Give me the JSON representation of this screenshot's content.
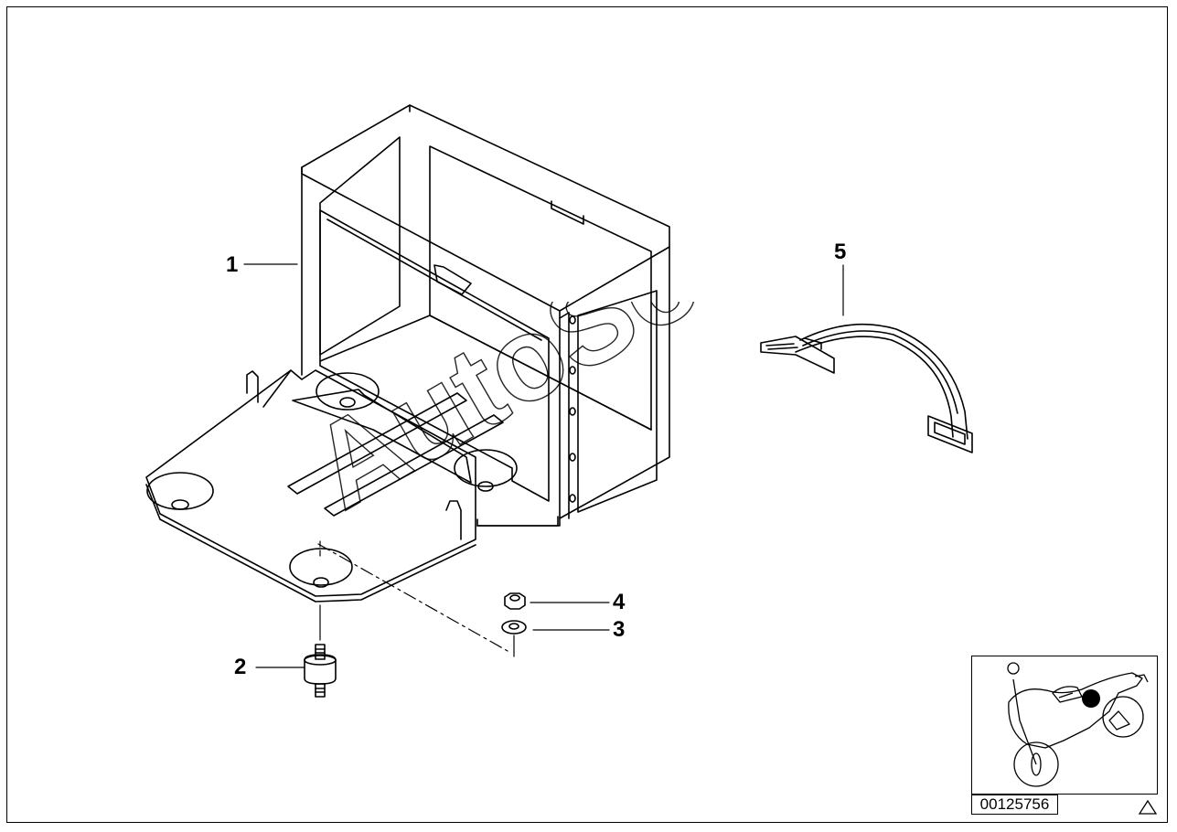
{
  "callouts": {
    "c1": "1",
    "c2": "2",
    "c3": "3",
    "c4": "4",
    "c5": "5"
  },
  "watermark": "AutoSoft",
  "part_number": "00125756",
  "colors": {
    "line": "#000000",
    "background": "#ffffff",
    "highlight": "#000000"
  },
  "icons": {
    "warning": "warning-triangle-icon",
    "motorcycle": "motorcycle-icon"
  }
}
